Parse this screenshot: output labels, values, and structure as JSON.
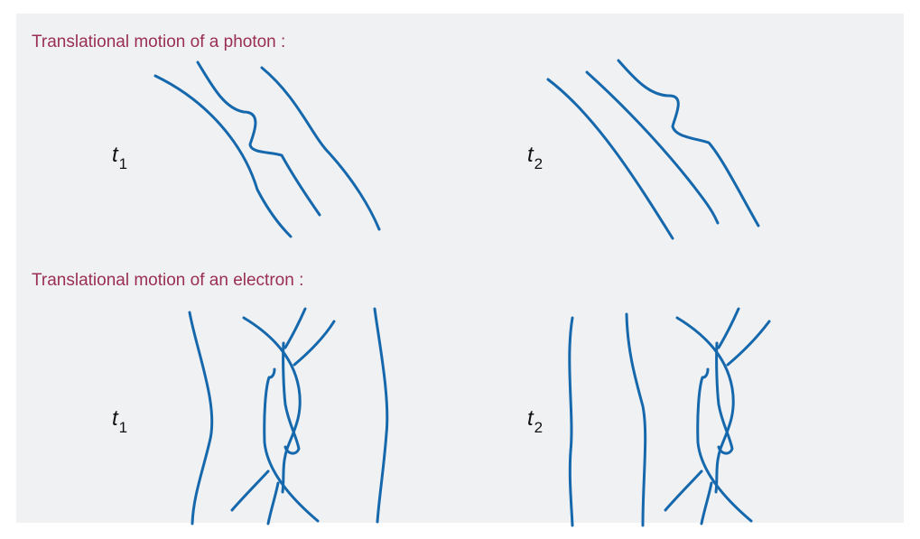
{
  "photon": {
    "title": "Translational motion of a photon :",
    "label_t1": {
      "symbol": "t",
      "sub": "1"
    },
    "label_t2": {
      "symbol": "t",
      "sub": "2"
    }
  },
  "electron": {
    "title": "Translational motion of an electron :",
    "label_t1": {
      "symbol": "t",
      "sub": "1"
    },
    "label_t2": {
      "symbol": "t",
      "sub": "2"
    }
  },
  "colors": {
    "heading": "#9a2f52",
    "strand": "#1668ad",
    "panel_bg": "#f0f1f3"
  }
}
